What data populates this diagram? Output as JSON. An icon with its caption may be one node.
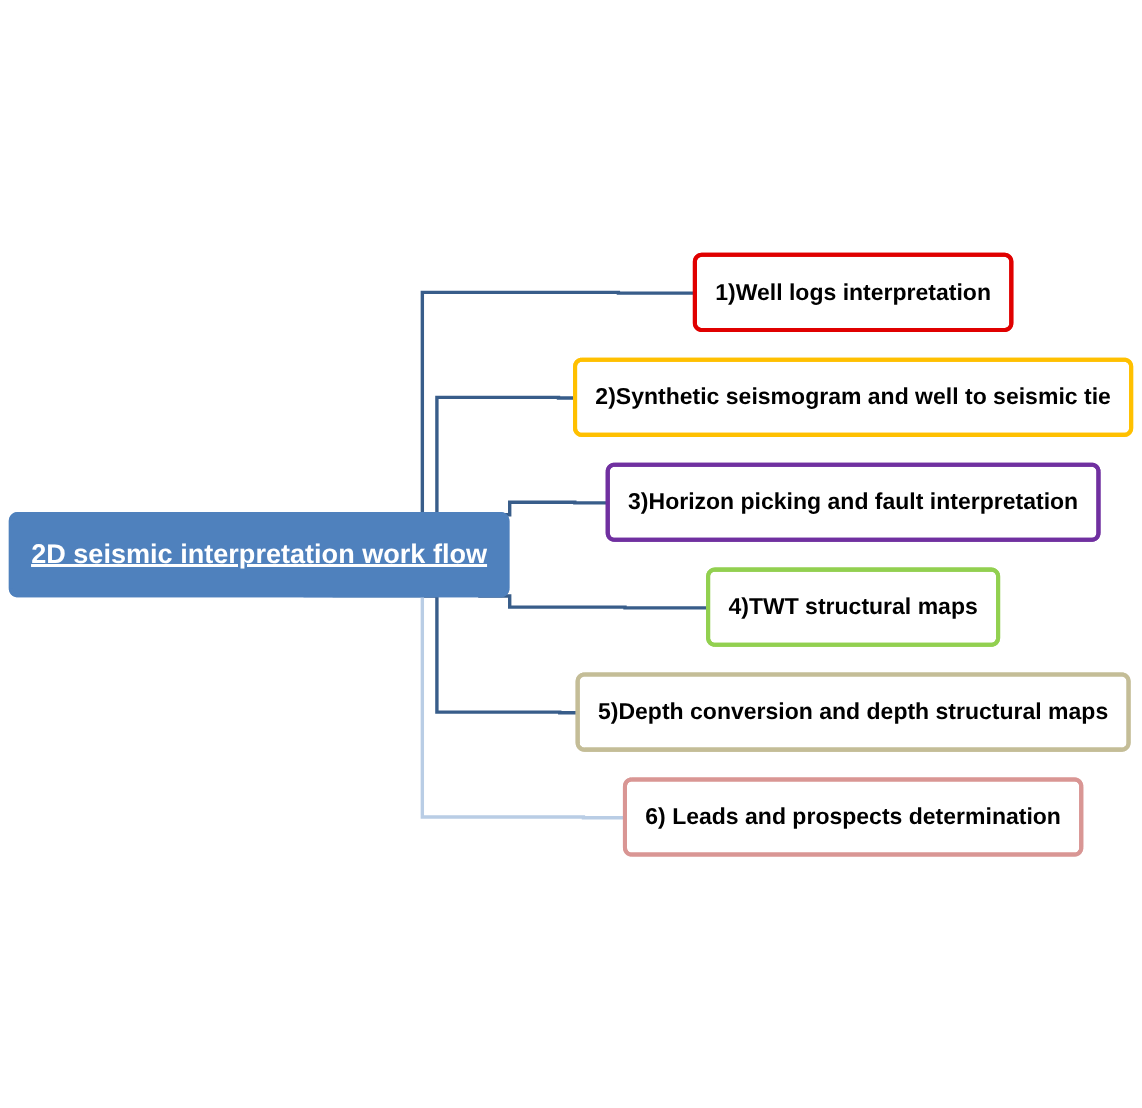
{
  "diagram": {
    "nodes": [
      {
        "text": [
          "2D seismic interpretation work flow"
        ]
      },
      {
        "text": [
          "1)Well logs interpretation"
        ]
      },
      {
        "text": [
          "2)Synthetic seismogram and well to seismic tie"
        ]
      },
      {
        "text": [
          "3)Horizon picking and fault interpretation"
        ]
      },
      {
        "text": [
          "4)TWT structural maps"
        ]
      },
      {
        "text": [
          "5)Depth conversion and depth structural maps"
        ]
      },
      {
        "text": [
          "6) Leads and prospects determination"
        ]
      }
    ],
    "edges": [
      {
        "from": 0,
        "to": 1,
        "arrow": "none"
      },
      {
        "from": 0,
        "to": 2,
        "arrow": "none"
      },
      {
        "from": 0,
        "to": 3,
        "arrow": "none"
      },
      {
        "from": 0,
        "to": 4,
        "arrow": "none"
      },
      {
        "from": 0,
        "to": 5,
        "arrow": "none"
      },
      {
        "from": 0,
        "to": 6,
        "arrow": "none",
        "color": "#b9cde5"
      }
    ]
  }
}
